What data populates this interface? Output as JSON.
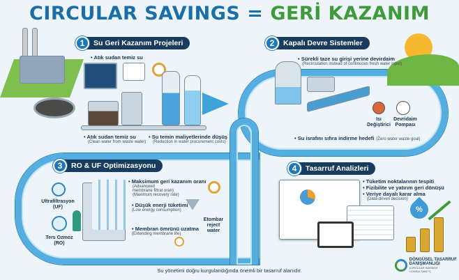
{
  "title": {
    "part1": "CIRCULAR SAVINGS",
    "equals": "=",
    "part2": "GERİ KAZANIM"
  },
  "sections": [
    {
      "number": "1",
      "title": "Su Geri Kazanım Projeleri",
      "top_bullet": "Atık sudan temiz su",
      "bullets": [
        {
          "text": "Atık sudan temiz su",
          "sub": "(Clean water from waste water)"
        },
        {
          "text": "Su temin maliyetlerinde düşüş",
          "sub": "(Reduction in water procurement costs)"
        }
      ]
    },
    {
      "number": "2",
      "title": "Kapalı Devre Sistemler",
      "bullets": [
        {
          "text": "Sürekli taze su girişi yerine devirdaim",
          "sub": "(Recirculation instead of continuous fresh water input)"
        },
        {
          "text": "Su israfını sıfıra indirme hedefi",
          "sub": "(Zero water waste goal)"
        }
      ],
      "labels": {
        "heat_exchanger": "Isı Değiştirici",
        "pump_line1": "Devridaim",
        "pump_line2": "Pompası"
      }
    },
    {
      "number": "3",
      "title": "RO & UF Optimizasyonu",
      "bullets": [
        {
          "text": "Maksimum geri kazanım oranı",
          "sub": [
            "(Advanceed",
            "membrane filtrat oran)",
            "(Maximum recovery rate)"
          ]
        },
        {
          "text": "Düşük enerji tüketimi",
          "sub": "(Low energy consumption)"
        },
        {
          "text": "Membran ömrünü uzatma",
          "sub": "(Extending membrane life)"
        }
      ],
      "labels": {
        "uf_line1": "Ultrafiltrasyon",
        "uf_line2": "(UF)",
        "ro_line1": "Ters Ozmoz",
        "ro_line2": "(RO)",
        "reject_line1": "Etombar",
        "reject_line2": "reject",
        "reject_line3": "water"
      }
    },
    {
      "number": "4",
      "title": "Tasarruf Analizleri",
      "bullets": [
        {
          "text": "Tüketim noktalarının tespiti"
        },
        {
          "text": "Fizibilite ve yatırım geri dönüşü"
        },
        {
          "text": "Veriye dayalı karar alma",
          "sub": "(Data-driven decision)"
        }
      ],
      "percent_symbol": "%"
    }
  ],
  "footer": "Su yönetimi doğru kurgulandığında önemli bir tasarruf alanıdır.",
  "logo": {
    "line1": "DÖNGÜSEL TASARRUF",
    "line2": "DANIŞMANLIĞI",
    "line3": "(CIRCULAR SAVINGS CONSULTANCY)"
  },
  "colors": {
    "blue": "#1b6fa8",
    "green": "#3e9a3a",
    "navy": "#173c5e",
    "water": "#55aee0"
  }
}
